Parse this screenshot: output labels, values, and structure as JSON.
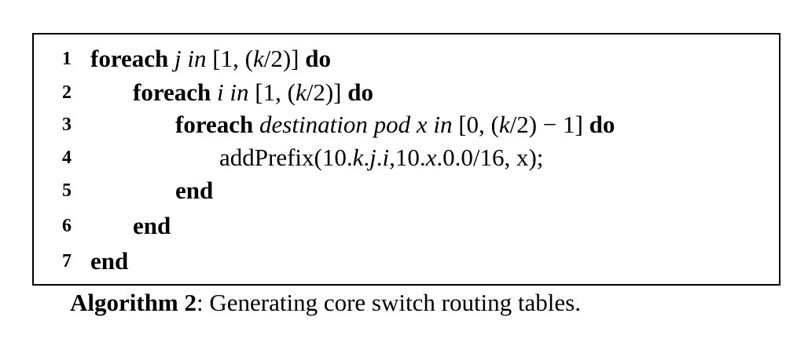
{
  "algorithm": {
    "lines": [
      {
        "number": "1",
        "parts": [
          {
            "text": "foreach",
            "style": "kw"
          },
          {
            "text": " ",
            "style": ""
          },
          {
            "text": "j in",
            "style": "it"
          },
          {
            "text": " [1, (",
            "style": ""
          },
          {
            "text": "k",
            "style": "it"
          },
          {
            "text": "/2)] ",
            "style": ""
          },
          {
            "text": "do",
            "style": "kw"
          }
        ]
      },
      {
        "number": "2",
        "parts": [
          {
            "text": "foreach",
            "style": "kw"
          },
          {
            "text": " ",
            "style": ""
          },
          {
            "text": "i in",
            "style": "it"
          },
          {
            "text": " [1, (",
            "style": ""
          },
          {
            "text": "k",
            "style": "it"
          },
          {
            "text": "/2)] ",
            "style": ""
          },
          {
            "text": "do",
            "style": "kw"
          }
        ]
      },
      {
        "number": "3",
        "parts": [
          {
            "text": "foreach",
            "style": "kw"
          },
          {
            "text": " ",
            "style": ""
          },
          {
            "text": "destination pod x in",
            "style": "it"
          },
          {
            "text": " [0, (",
            "style": ""
          },
          {
            "text": "k",
            "style": "it"
          },
          {
            "text": "/2) − 1] ",
            "style": ""
          },
          {
            "text": "do",
            "style": "kw"
          }
        ]
      },
      {
        "number": "4",
        "parts": [
          {
            "text": "addPrefix(10.",
            "style": ""
          },
          {
            "text": "k",
            "style": "it"
          },
          {
            "text": ".",
            "style": ""
          },
          {
            "text": "j",
            "style": "it"
          },
          {
            "text": ".",
            "style": ""
          },
          {
            "text": "i",
            "style": "it"
          },
          {
            "text": ",10.",
            "style": ""
          },
          {
            "text": "x",
            "style": "it"
          },
          {
            "text": ".0.0/16, x);",
            "style": ""
          }
        ]
      },
      {
        "number": "5",
        "parts": [
          {
            "text": "end",
            "style": "kw"
          }
        ]
      },
      {
        "number": "6",
        "parts": [
          {
            "text": "end",
            "style": "kw"
          }
        ]
      },
      {
        "number": "7",
        "parts": [
          {
            "text": "end",
            "style": "kw"
          }
        ]
      }
    ]
  },
  "caption": {
    "label": "Algorithm 2",
    "text": ": Generating core switch routing tables."
  }
}
